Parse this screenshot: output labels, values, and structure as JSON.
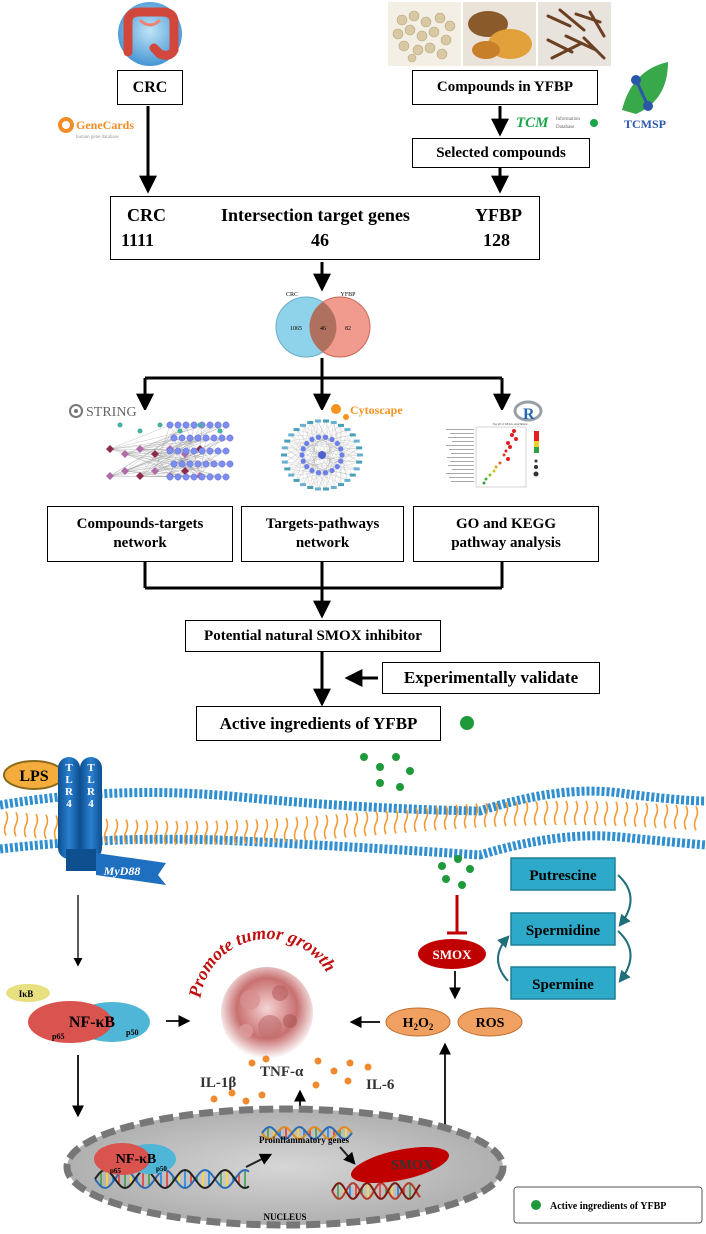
{
  "workflow": {
    "crc_label": "CRC",
    "compounds_label": "Compounds in YFBP",
    "selected_label": "Selected compounds",
    "intersection": {
      "left_name": "CRC",
      "left_count": "1111",
      "center_title": "Intersection target genes",
      "center_count": "46",
      "right_name": "YFBP",
      "right_count": "128"
    },
    "venn": {
      "left_label": "CRC",
      "right_label": "YFBP",
      "left_only": "1065",
      "overlap": "46",
      "right_only": "82"
    },
    "logos": {
      "genecards": "GeneCards",
      "genecards_sub": "human gene database",
      "tcm": "TCM",
      "tcm_sub1": "Information",
      "tcm_sub2": "Database",
      "tcmsp": "TCMSP",
      "string": "STRING",
      "cytoscape": "Cytoscape",
      "r": "R"
    },
    "kegg_mini_title": "Top 20 of KEGG enrichment",
    "network1_label_line1": "Compounds-targets",
    "network1_label_line2": "network",
    "network2_label_line1": "Targets-pathways",
    "network2_label_line2": "network",
    "network3_label_line1": "GO and KEGG",
    "network3_label_line2": "pathway analysis",
    "potential_label": "Potential natural SMOX inhibitor",
    "validate_label": "Experimentally validate",
    "active_label": "Active ingredients of YFBP"
  },
  "mechanism": {
    "lps": "LPS",
    "tlr4_letters": [
      "T",
      "L",
      "R",
      "4"
    ],
    "myd88": "MyD88",
    "ikb": "IκB",
    "nfkb": "NF-κB",
    "p65": "p65",
    "p50": "p50",
    "promote": "Promote tumor growth",
    "smox": "SMOX",
    "putrescine": "Putrescine",
    "spermidine": "Spermidine",
    "spermine": "Spermine",
    "h2o2_main": "H",
    "h2o2_sub1": "2",
    "h2o2_mid": "O",
    "h2o2_sub2": "2",
    "ros": "ROS",
    "il1b": "IL-1β",
    "tnfa": "TNF-α",
    "il6": "IL-6",
    "proinflammatory": "Proinflammatory genes",
    "nucleus": "NUCLEUS",
    "legend_label": "Active ingredients of YFBP"
  },
  "colors": {
    "ingredient_green": "#1e9a3a",
    "membrane_blue": "#2f8fd0",
    "tlr4_blue": "#1565b0",
    "nfkb_red": "#d9534f",
    "nfkb_blue": "#4fb6d8",
    "smox_red": "#c00000",
    "polyamine_teal": "#2da9c9",
    "ros_orange": "#f0a060",
    "cytokine_orange": "#f08a30",
    "venn_left": "#8fd3ea",
    "venn_right": "#ee8a7a",
    "nucleus_grey": "#bcbcbc",
    "promote_red": "#c01010"
  }
}
